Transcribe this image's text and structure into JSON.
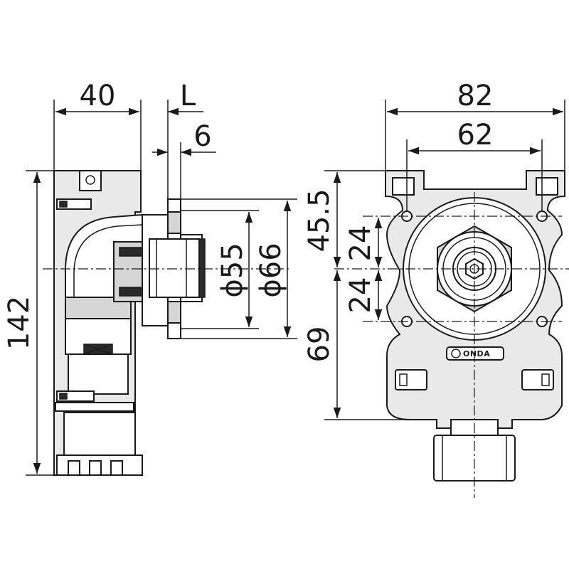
{
  "side_view": {
    "dim_top_width": "40",
    "dim_top_L": "L",
    "dim_top_6": "6",
    "dim_height": "142",
    "dim_phi55": "ϕ55",
    "dim_phi66": "ϕ66"
  },
  "front_view": {
    "dim_width_outer": "82",
    "dim_width_inner": "62",
    "dim_upper": "45.5",
    "dim_lower": "69",
    "dim_hole_upper": "24",
    "dim_hole_lower": "24",
    "logo_text": "ONDA"
  }
}
